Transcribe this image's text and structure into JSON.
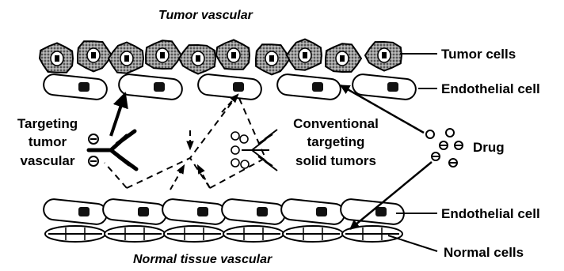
{
  "diagram": {
    "title_top": "Tumor vascular",
    "title_bottom": "Normal tissue vascular",
    "labels": {
      "tumor_cells": "Tumor cells",
      "endothelial_top": "Endothelial cell",
      "drug": "Drug",
      "endothelial_bottom": "Endothelial cell",
      "normal_cells": "Normal cells"
    },
    "left_caption": [
      "Targeting",
      "tumor",
      "vascular"
    ],
    "center_caption": [
      "Conventional",
      "targeting",
      "solid tumors"
    ]
  }
}
